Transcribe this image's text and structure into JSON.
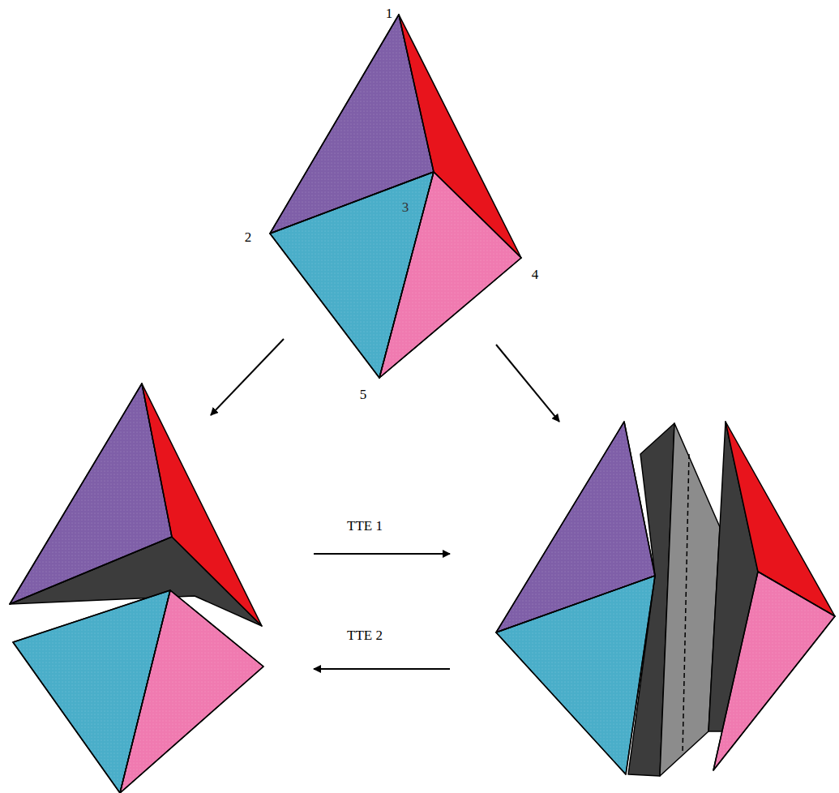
{
  "diagram": {
    "labels": [
      "1",
      "2",
      "3",
      "4",
      "5",
      "TTE 1",
      "TTE 2"
    ]
  }
}
